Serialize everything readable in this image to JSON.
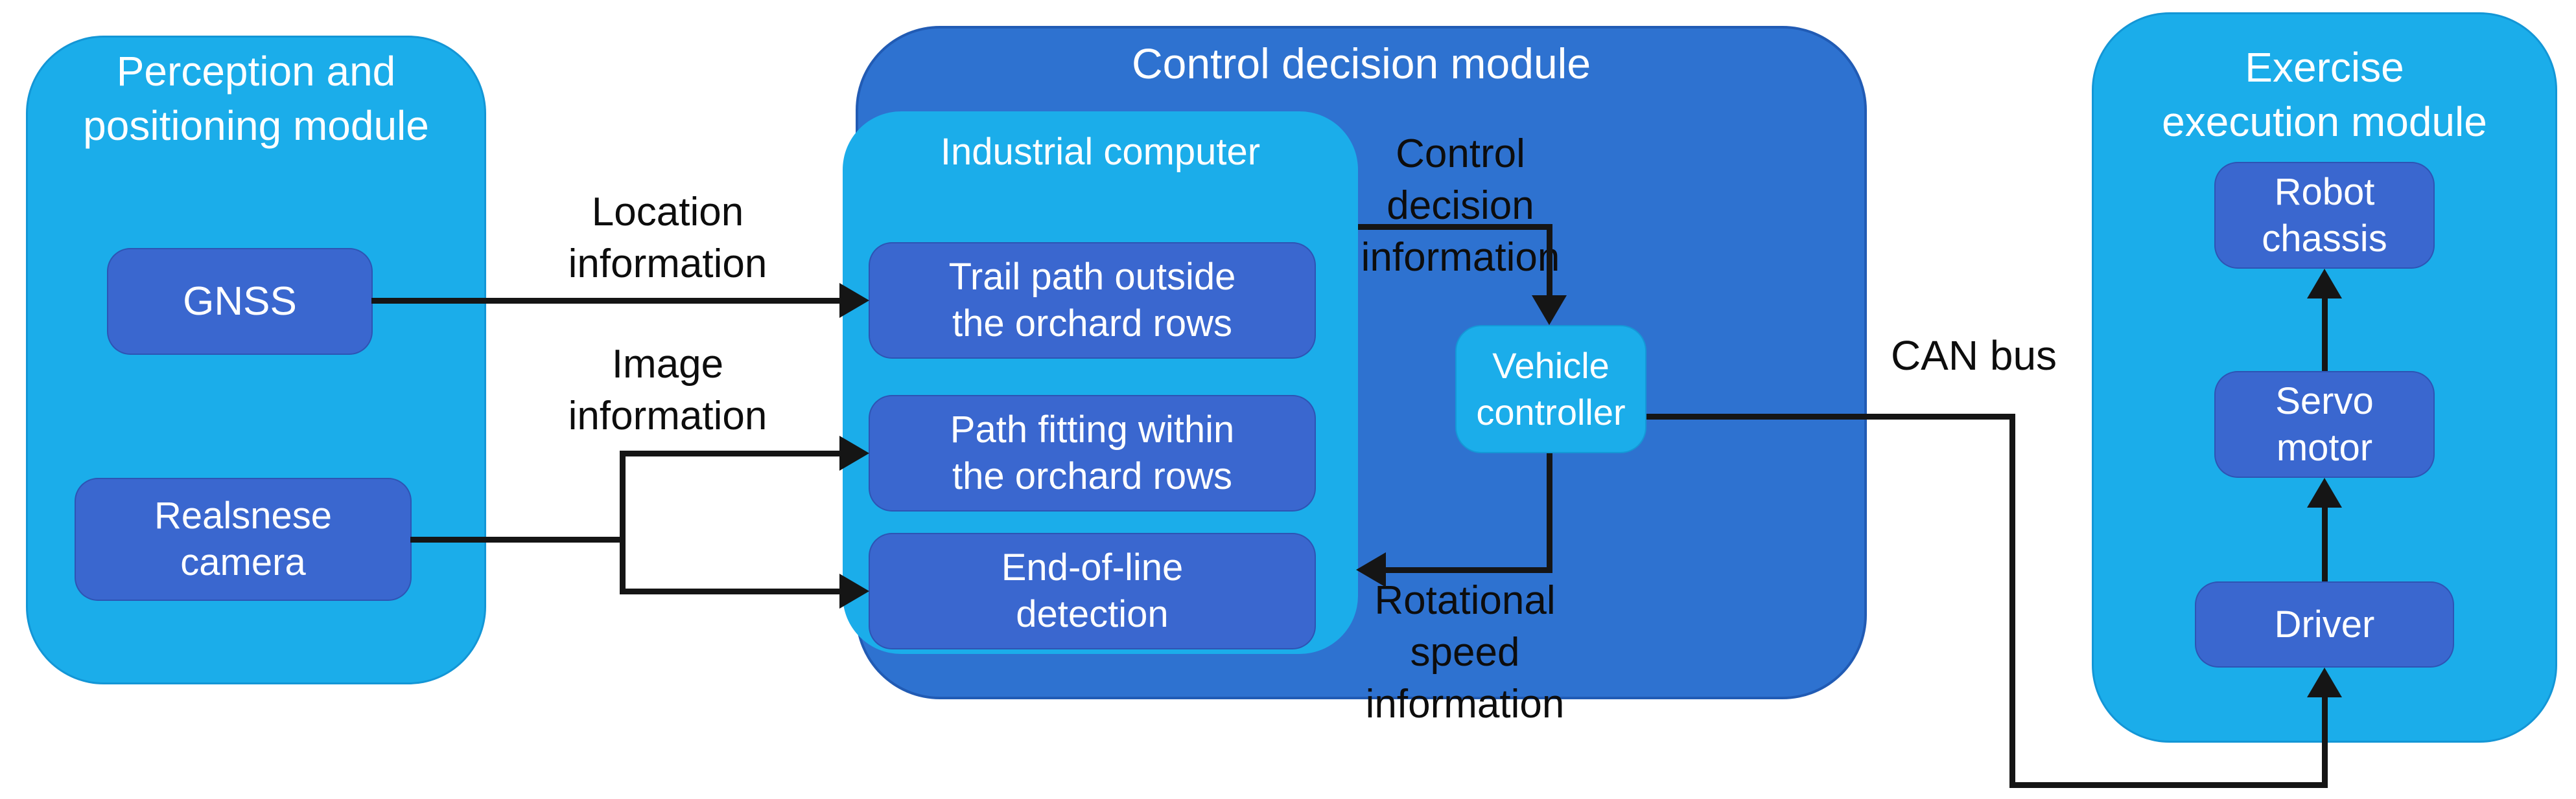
{
  "palette": {
    "cyan": "#1badea",
    "blue": "#2e72d0",
    "box": "#3a67cf",
    "line": "#151515",
    "ink": "#0d0d0d",
    "paper": "#ffffff"
  },
  "modules": {
    "perception": {
      "title": "Perception and\npositioning module",
      "boxes": {
        "gnss": "GNSS",
        "camera": "Realsnese\ncamera"
      }
    },
    "control": {
      "title": "Control decision module",
      "industrial_computer": {
        "title": "Industrial computer",
        "boxes": {
          "trail": "Trail path outside\nthe orchard rows",
          "fitting": "Path fitting within\nthe orchard rows",
          "end_of_line": "End-of-line\ndetection"
        }
      },
      "vehicle_controller": "Vehicle\ncontroller"
    },
    "exercise": {
      "title": "Exercise\nexecution module",
      "boxes": {
        "chassis": "Robot\nchassis",
        "servo": "Servo\nmotor",
        "driver": "Driver"
      }
    }
  },
  "flow_labels": {
    "location": "Location\ninformation",
    "image": "Image\ninformation",
    "control_decision": "Control decision\ninformation",
    "rotational": "Rotational speed\ninformation",
    "can_bus": "CAN bus"
  }
}
